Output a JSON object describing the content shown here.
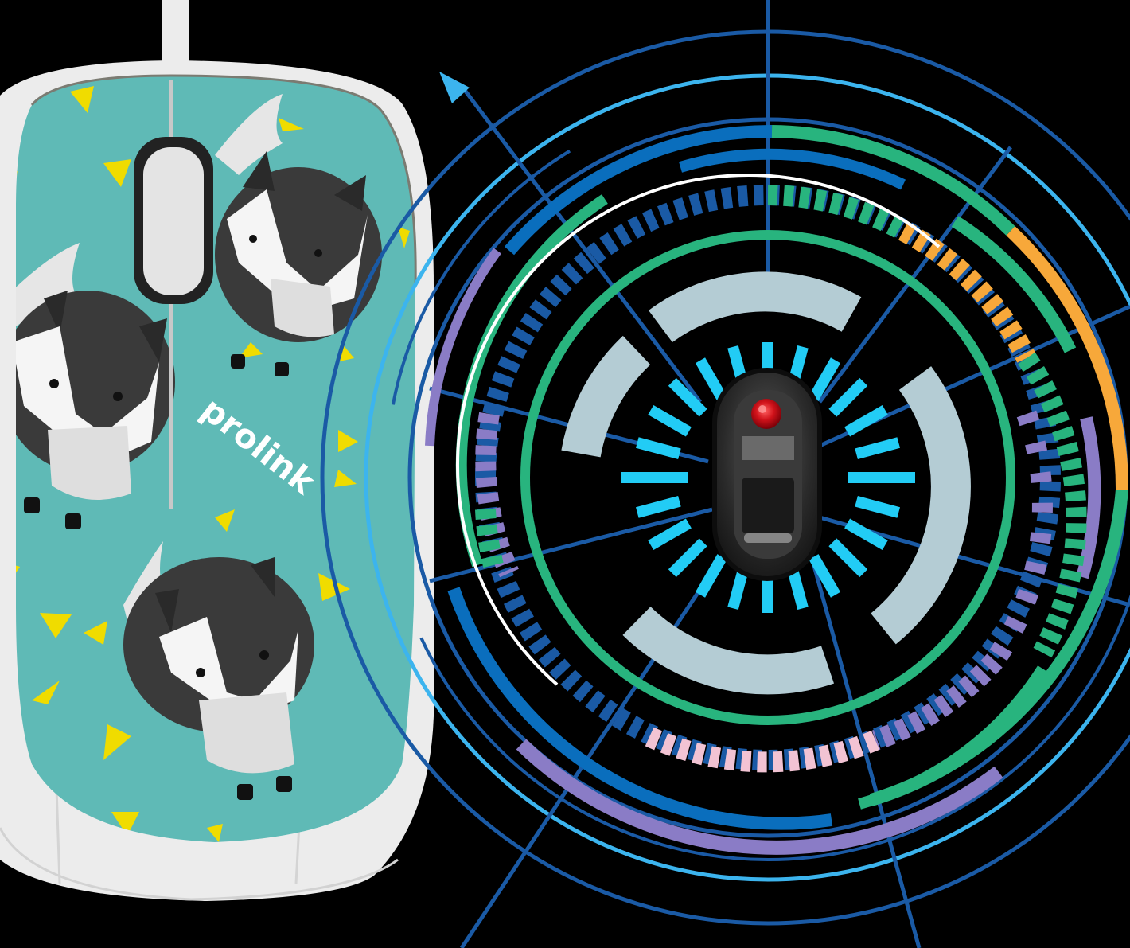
{
  "product": {
    "brand_logo_text": "prolink",
    "type": "optical mouse",
    "pattern": "fox"
  },
  "colors": {
    "background": "#000000",
    "mouse_shell": "#ececec",
    "mouse_shell_shadow": "#d6d6d6",
    "cover_teal": "#5fbab6",
    "triangle_yellow": "#f0dc00",
    "fox_dark": "#3a3a3a",
    "fox_light": "#e6e6e6",
    "fox_white": "#f5f5f5",
    "hud_navy": "#1a5aa5",
    "hud_blue": "#0a6ebd",
    "hud_sky": "#3cb4ee",
    "hud_cyan": "#22ccf5",
    "hud_green": "#28b47e",
    "hud_orange": "#f7a83a",
    "hud_purple": "#8a7cc6",
    "hud_pink": "#f2c3d3",
    "hud_grey": "#b4ccd4",
    "sensor_red": "#d0121a",
    "sensor_body": "#2b2b2b"
  }
}
